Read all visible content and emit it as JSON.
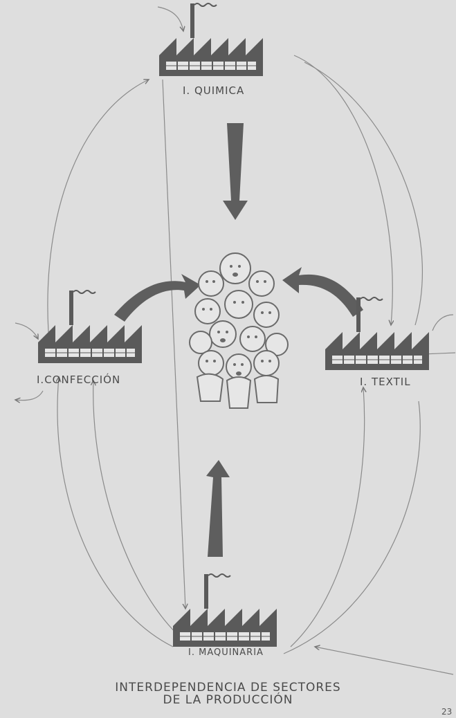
{
  "labels": {
    "quimica": "I. QUIMICA",
    "confeccion": "I.CONFECCIÓN",
    "textil": "I. TEXTIL",
    "maquinaria": "I. MAQUINARIA"
  },
  "caption": {
    "line1": "INTERDEPENDENCIA DE SECTORES",
    "line2": "DE LA PRODUCCIÓN"
  },
  "page_number": "23",
  "colors": {
    "background": "#dedede",
    "factory": "#5a5a5a",
    "arrow": "#5e5e5e",
    "thin_line": "#8a8a8a"
  }
}
